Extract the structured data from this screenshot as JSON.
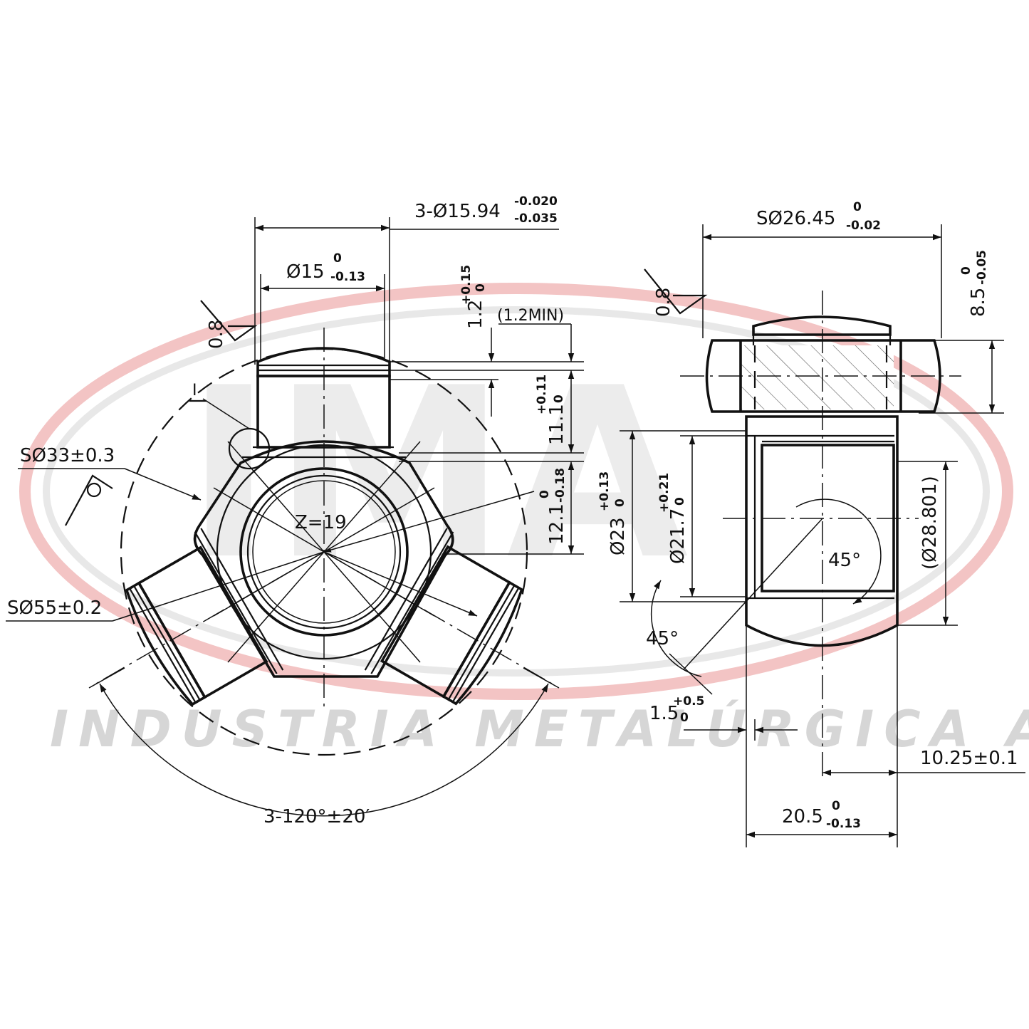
{
  "watermark": {
    "logo_text": "IMA",
    "company_text": "INDUSTRIA METALÚRGICA ALLI",
    "colors": {
      "swoosh_red": "#f3c4c4",
      "swoosh_gray": "#e6e6e6",
      "text_gray": "#d6d6d6"
    }
  },
  "front_view": {
    "teeth_label": "Z=19",
    "detail_marker": "I",
    "pin_diameter_total": {
      "base": "3-Ø15.94",
      "upper": "-0.020",
      "lower": "-0.035"
    },
    "pin_diameter": {
      "base": "Ø15",
      "upper": "0",
      "lower": "-0.13"
    },
    "groove_depth": {
      "base": "1.2",
      "upper": "+0.15",
      "lower": "0"
    },
    "groove_min": "(1.2MIN)",
    "pin_length": {
      "base": "11.1",
      "upper": "+0.11",
      "lower": "0"
    },
    "shoulder": {
      "base": "12.1",
      "upper": "0",
      "lower": "-0.18"
    },
    "sphere_33": "SØ33±0.3",
    "sphere_55": "SØ55±0.2",
    "angle": "3-120°±20′",
    "roughness": "0.8"
  },
  "side_view": {
    "sphere": {
      "base": "SØ26.45",
      "upper": "0",
      "lower": "-0.02"
    },
    "roughness": "0.8",
    "height": {
      "base": "8.5",
      "upper": "0",
      "lower": "-0.05"
    },
    "bore_23": {
      "base": "Ø23",
      "upper": "+0.13",
      "lower": "0"
    },
    "bore_217": {
      "base": "Ø21.7",
      "upper": "+0.21",
      "lower": "0"
    },
    "outer_ref": "(Ø28.801)",
    "angle_inner": "45°",
    "angle_outer": "45°",
    "chamfer": {
      "base": "1.5",
      "upper": "+0.5",
      "lower": "0"
    },
    "offset": "10.25±0.1",
    "width": {
      "base": "20.5",
      "upper": "0",
      "lower": "-0.13"
    }
  }
}
